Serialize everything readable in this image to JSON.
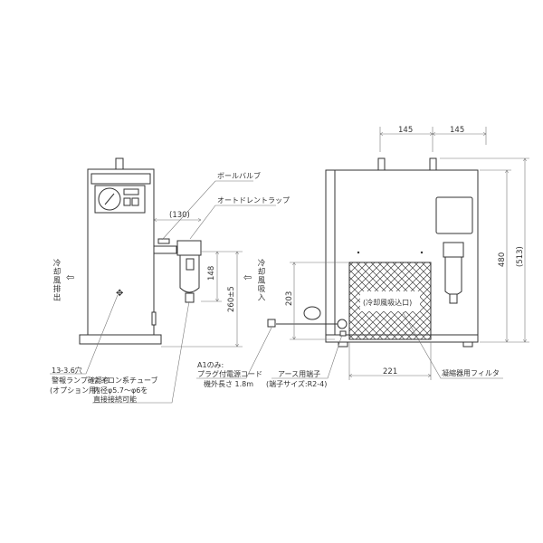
{
  "left_view": {
    "ball_valve_label": "ボールバルブ",
    "drain_trap_label": "オートドレントラップ",
    "dim_130": "(130)",
    "dim_148": "148",
    "dim_260": "260±5",
    "exhaust_label": "冷却風排出",
    "intake_label": "冷却風吸入",
    "hole_label": "13-3.6穴",
    "lamp_window_label": "警報ランプ確認窓",
    "option_label": "(オプション用)",
    "tube_line1": "ナイロン系チューブ",
    "tube_line2": "内径φ5.7～φ6を",
    "tube_line3": "直接接続可能"
  },
  "right_view": {
    "a1_only": "A1のみ:",
    "plug_cord": "プラグ付電源コード",
    "cord_length": "機外長さ 1.8m",
    "earth_terminal": "アース用端子",
    "terminal_size": "(端子サイズ:R2-4)",
    "intake_port": "(冷却風吸込口)",
    "condenser_filter": "凝縮器用フィルタ",
    "dim_145a": "145",
    "dim_145b": "145",
    "dim_480": "480",
    "dim_513": "(513)",
    "dim_203": "203",
    "dim_221": "221"
  }
}
